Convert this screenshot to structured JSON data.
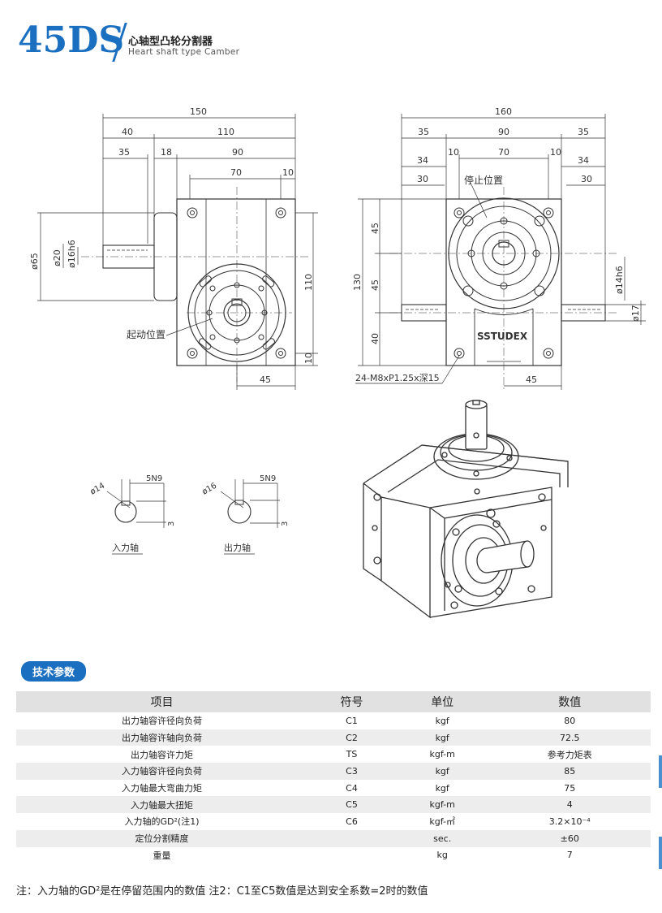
{
  "header": {
    "model": "45DS",
    "title_cn": "心轴型凸轮分割器",
    "title_en": "Heart shaft type Camber"
  },
  "drawing": {
    "left_dims": [
      "150",
      "40",
      "110",
      "35",
      "18",
      "90",
      "70",
      "10",
      "ø65",
      "ø20",
      "ø16h6",
      "110",
      "10",
      "45"
    ],
    "left_label": "起动位置",
    "right_dims": [
      "160",
      "35",
      "90",
      "35",
      "34",
      "10",
      "70",
      "10",
      "34",
      "30",
      "30",
      "45",
      "45",
      "130",
      "40",
      "ø14h6",
      "ø17",
      "45"
    ],
    "right_label": "停止位置",
    "bolt_note": "24-M8xP1.25x深15",
    "brand_text": "SSTUDEX",
    "input_shaft": {
      "dia": "ø14",
      "key": "5N9",
      "depth": "3",
      "label": "入力轴"
    },
    "output_shaft": {
      "dia": "ø16",
      "key": "5N9",
      "depth": "3",
      "label": "出力轴"
    }
  },
  "section_title": "技术参数",
  "table": {
    "headers": [
      "项目",
      "符号",
      "单位",
      "数值"
    ],
    "rows": [
      [
        "出力轴容许径向负荷",
        "C1",
        "kgf",
        "80"
      ],
      [
        "出力轴容许轴向负荷",
        "C2",
        "kgf",
        "72.5"
      ],
      [
        "出力轴容许力矩",
        "TS",
        "kgf-m",
        "参考力矩表"
      ],
      [
        "入力轴容许径向负荷",
        "C3",
        "kgf",
        "85"
      ],
      [
        "入力轴最大弯曲力矩",
        "C4",
        "kgf",
        "75"
      ],
      [
        "入力轴最大扭矩",
        "C5",
        "kgf-m",
        "4"
      ],
      [
        "入力轴的GD²(注1)",
        "C6",
        "kgf-㎡",
        "3.2×10⁻⁴"
      ],
      [
        "定位分割精度",
        "",
        "sec.",
        "±60"
      ],
      [
        "重量",
        "",
        "kg",
        "7"
      ]
    ]
  },
  "note": "注：入力轴的GD²是在停留范围内的数值    注2：C1至C5数值是达到安全系数=2时的数值"
}
